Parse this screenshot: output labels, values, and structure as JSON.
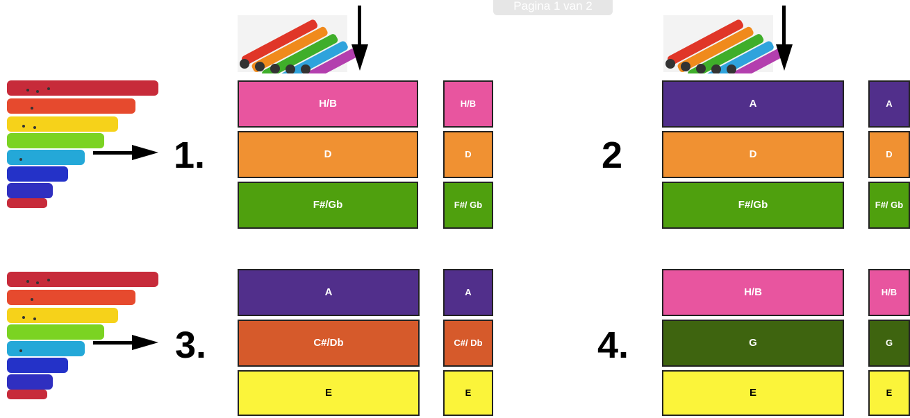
{
  "page_indicator": "Pagina 1 van 2",
  "colors": {
    "pink": "#e8559f",
    "orange": "#f09132",
    "green": "#4fa00e",
    "purple": "#512f8b",
    "rust": "#d65a2b",
    "yellow": "#fbf43a",
    "darkgreen": "#3e640f"
  },
  "icons": {
    "tubes_fan": "boomwhacker-tubes-fan-image",
    "tubes_stack": "boomwhacker-tubes-stack-image",
    "arrow_down": "arrow-down-icon",
    "arrow_right": "arrow-right-icon"
  },
  "chords": [
    {
      "number": "1.",
      "notes": [
        {
          "label": "H/B",
          "small": "H/B",
          "color": "pink",
          "text": "#ffffff"
        },
        {
          "label": "D",
          "small": "D",
          "color": "orange",
          "text": "#ffffff"
        },
        {
          "label": "F#/Gb",
          "small": "F#/ Gb",
          "color": "green",
          "text": "#ffffff"
        }
      ]
    },
    {
      "number": "2",
      "notes": [
        {
          "label": "A",
          "small": "A",
          "color": "purple",
          "text": "#ffffff"
        },
        {
          "label": "D",
          "small": "D",
          "color": "orange",
          "text": "#ffffff"
        },
        {
          "label": "F#/Gb",
          "small": "F#/ Gb",
          "color": "green",
          "text": "#ffffff"
        }
      ]
    },
    {
      "number": "3.",
      "notes": [
        {
          "label": "A",
          "small": "A",
          "color": "purple",
          "text": "#ffffff"
        },
        {
          "label": "C#/Db",
          "small": "C#/ Db",
          "color": "rust",
          "text": "#ffffff"
        },
        {
          "label": "E",
          "small": "E",
          "color": "yellow",
          "text": "#000000"
        }
      ]
    },
    {
      "number": "4.",
      "notes": [
        {
          "label": "H/B",
          "small": "H/B",
          "color": "pink",
          "text": "#ffffff"
        },
        {
          "label": "G",
          "small": "G",
          "color": "darkgreen",
          "text": "#ffffff"
        },
        {
          "label": "E",
          "small": "E",
          "color": "yellow",
          "text": "#000000"
        }
      ]
    }
  ]
}
